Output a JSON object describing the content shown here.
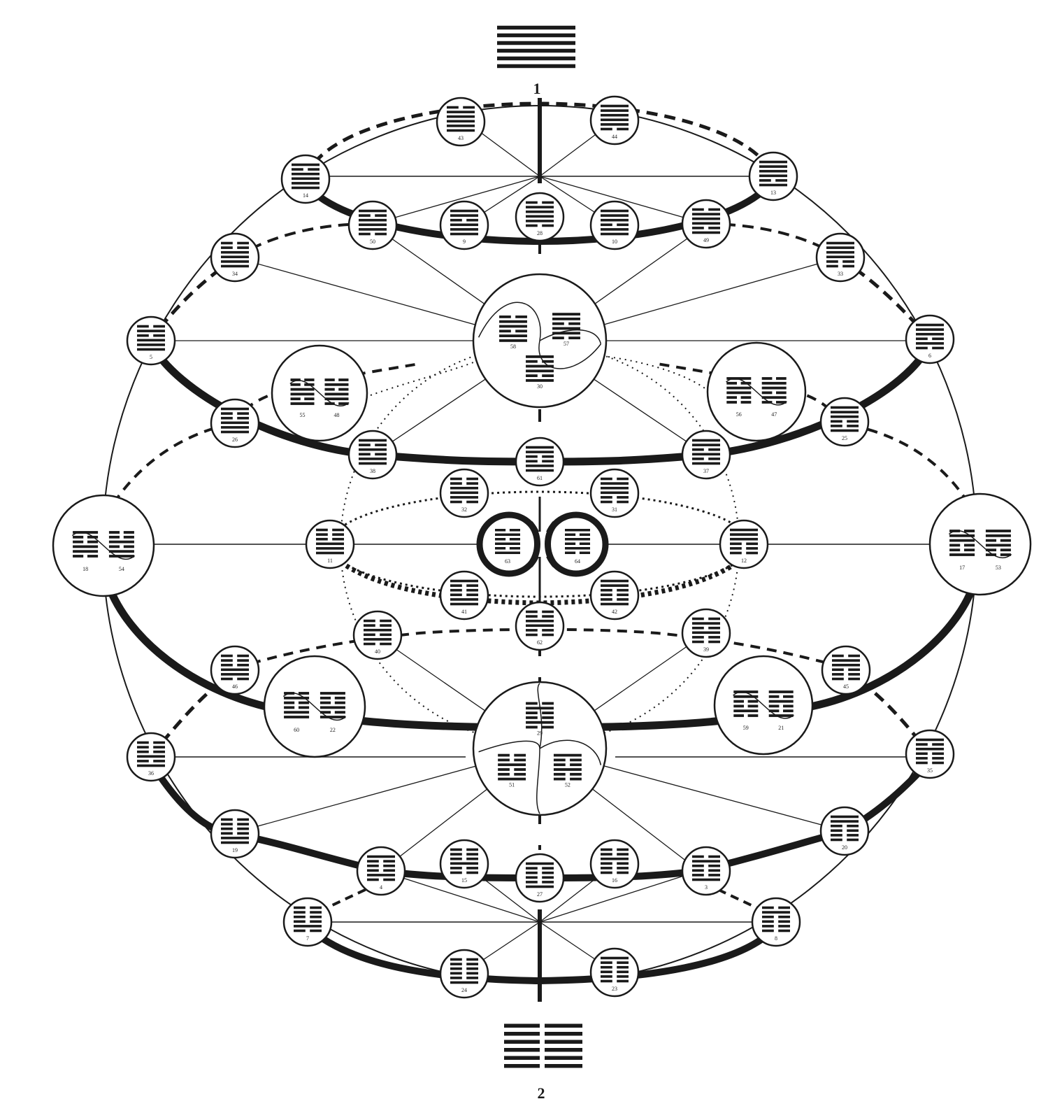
{
  "top_symbol_label": "1",
  "bottom_symbol_label": "2",
  "nodes": [
    {
      "id": "43",
      "lines": [
        0,
        1,
        1,
        1,
        1,
        1
      ]
    },
    {
      "id": "44",
      "lines": [
        1,
        1,
        1,
        1,
        1,
        0
      ]
    },
    {
      "id": "14",
      "lines": [
        1,
        0,
        1,
        1,
        1,
        1
      ]
    },
    {
      "id": "13",
      "lines": [
        1,
        1,
        1,
        1,
        0,
        1
      ]
    },
    {
      "id": "50",
      "lines": [
        1,
        0,
        1,
        1,
        1,
        0
      ]
    },
    {
      "id": "9",
      "lines": [
        1,
        1,
        0,
        1,
        1,
        1
      ]
    },
    {
      "id": "28",
      "lines": [
        0,
        1,
        1,
        1,
        1,
        0
      ]
    },
    {
      "id": "10",
      "lines": [
        1,
        1,
        1,
        0,
        1,
        1
      ]
    },
    {
      "id": "49",
      "lines": [
        0,
        1,
        1,
        1,
        0,
        1
      ]
    },
    {
      "id": "34",
      "lines": [
        0,
        0,
        1,
        1,
        1,
        1
      ]
    },
    {
      "id": "33",
      "lines": [
        1,
        1,
        1,
        1,
        0,
        0
      ]
    },
    {
      "id": "5",
      "lines": [
        0,
        1,
        0,
        1,
        1,
        1
      ]
    },
    {
      "id": "6",
      "lines": [
        1,
        1,
        1,
        0,
        1,
        0
      ]
    },
    {
      "id": "26",
      "lines": [
        1,
        0,
        0,
        1,
        1,
        1
      ]
    },
    {
      "id": "25",
      "lines": [
        1,
        1,
        1,
        0,
        0,
        1
      ]
    },
    {
      "id": "38",
      "lines": [
        1,
        0,
        1,
        0,
        1,
        1
      ]
    },
    {
      "id": "61",
      "lines": [
        1,
        1,
        0,
        0,
        1,
        1
      ]
    },
    {
      "id": "37",
      "lines": [
        1,
        1,
        0,
        1,
        0,
        1
      ]
    },
    {
      "id": "32",
      "lines": [
        0,
        0,
        1,
        1,
        1,
        0
      ]
    },
    {
      "id": "31",
      "lines": [
        0,
        1,
        1,
        1,
        0,
        0
      ]
    },
    {
      "id": "11",
      "lines": [
        0,
        0,
        0,
        1,
        1,
        1
      ]
    },
    {
      "id": "12",
      "lines": [
        1,
        1,
        1,
        0,
        0,
        0
      ]
    },
    {
      "id": "41",
      "lines": [
        1,
        0,
        0,
        0,
        1,
        1
      ]
    },
    {
      "id": "42",
      "lines": [
        1,
        1,
        0,
        0,
        0,
        1
      ]
    },
    {
      "id": "40",
      "lines": [
        0,
        0,
        1,
        0,
        1,
        0
      ]
    },
    {
      "id": "62",
      "lines": [
        0,
        0,
        1,
        1,
        0,
        0
      ]
    },
    {
      "id": "39",
      "lines": [
        0,
        1,
        0,
        1,
        0,
        0
      ]
    },
    {
      "id": "46",
      "lines": [
        0,
        0,
        0,
        1,
        1,
        0
      ]
    },
    {
      "id": "45",
      "lines": [
        0,
        1,
        1,
        0,
        0,
        0
      ]
    },
    {
      "id": "36",
      "lines": [
        0,
        0,
        0,
        1,
        0,
        1
      ]
    },
    {
      "id": "35",
      "lines": [
        1,
        0,
        1,
        0,
        0,
        0
      ]
    },
    {
      "id": "19",
      "lines": [
        0,
        0,
        0,
        0,
        1,
        1
      ]
    },
    {
      "id": "20",
      "lines": [
        1,
        1,
        0,
        0,
        0,
        0
      ]
    },
    {
      "id": "4",
      "lines": [
        1,
        0,
        0,
        0,
        1,
        0
      ]
    },
    {
      "id": "15",
      "lines": [
        0,
        0,
        0,
        1,
        0,
        0
      ]
    },
    {
      "id": "27",
      "lines": [
        1,
        0,
        0,
        0,
        0,
        1
      ]
    },
    {
      "id": "16",
      "lines": [
        0,
        0,
        1,
        0,
        0,
        0
      ]
    },
    {
      "id": "3",
      "lines": [
        0,
        1,
        0,
        0,
        0,
        1
      ]
    },
    {
      "id": "7",
      "lines": [
        0,
        0,
        0,
        0,
        1,
        0
      ]
    },
    {
      "id": "8",
      "lines": [
        0,
        1,
        0,
        0,
        0,
        0
      ]
    },
    {
      "id": "24",
      "lines": [
        0,
        0,
        0,
        0,
        0,
        1
      ]
    },
    {
      "id": "23",
      "lines": [
        1,
        0,
        0,
        0,
        0,
        0
      ]
    }
  ],
  "pair_nodes": [
    {
      "id": "pair-55-48",
      "left": {
        "id": "55",
        "lines": [
          0,
          0,
          1,
          1,
          0,
          1
        ]
      },
      "right": {
        "id": "48",
        "lines": [
          0,
          1,
          0,
          1,
          1,
          0
        ]
      }
    },
    {
      "id": "pair-56-47",
      "left": {
        "id": "56",
        "lines": [
          1,
          0,
          1,
          1,
          0,
          0
        ]
      },
      "right": {
        "id": "47",
        "lines": [
          0,
          1,
          1,
          0,
          1,
          0
        ]
      }
    },
    {
      "id": "pair-18-54",
      "left": {
        "id": "18",
        "lines": [
          1,
          0,
          0,
          1,
          1,
          0
        ]
      },
      "right": {
        "id": "54",
        "lines": [
          0,
          0,
          1,
          0,
          1,
          1
        ]
      }
    },
    {
      "id": "pair-17-53",
      "left": {
        "id": "17",
        "lines": [
          0,
          1,
          1,
          0,
          0,
          1
        ]
      },
      "right": {
        "id": "53",
        "lines": [
          1,
          1,
          0,
          1,
          0,
          0
        ]
      }
    },
    {
      "id": "pair-60-22",
      "left": {
        "id": "60",
        "lines": [
          0,
          1,
          0,
          0,
          1,
          1
        ]
      },
      "right": {
        "id": "22",
        "lines": [
          1,
          0,
          0,
          1,
          0,
          1
        ]
      }
    },
    {
      "id": "pair-59-21",
      "left": {
        "id": "59",
        "lines": [
          1,
          1,
          0,
          0,
          1,
          0
        ]
      },
      "right": {
        "id": "21",
        "lines": [
          1,
          0,
          1,
          0,
          0,
          1
        ]
      }
    },
    {
      "id": "pair-63-64",
      "left": {
        "id": "63",
        "lines": [
          0,
          1,
          0,
          1,
          0,
          1
        ]
      },
      "right": {
        "id": "64",
        "lines": [
          1,
          0,
          1,
          0,
          1,
          0
        ]
      }
    }
  ],
  "triad_nodes": [
    {
      "id": "triad-upper",
      "members": [
        {
          "id": "58",
          "lines": [
            0,
            1,
            1,
            0,
            1,
            1
          ]
        },
        {
          "id": "57",
          "lines": [
            1,
            1,
            0,
            1,
            1,
            0
          ]
        },
        {
          "id": "30",
          "lines": [
            1,
            0,
            1,
            1,
            0,
            1
          ]
        }
      ]
    },
    {
      "id": "triad-lower",
      "members": [
        {
          "id": "29",
          "lines": [
            0,
            1,
            0,
            0,
            1,
            0
          ]
        },
        {
          "id": "51",
          "lines": [
            0,
            0,
            1,
            0,
            0,
            1
          ]
        },
        {
          "id": "52",
          "lines": [
            1,
            0,
            0,
            1,
            0,
            0
          ]
        }
      ]
    }
  ]
}
